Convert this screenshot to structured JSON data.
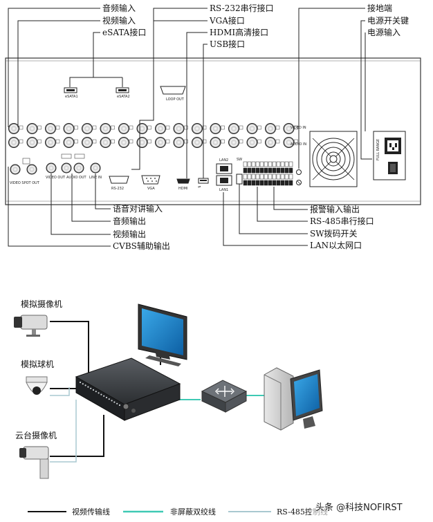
{
  "rear_panel": {
    "top_callouts": {
      "audio_in": "音频输入",
      "video_in": "视频输入",
      "esata_port": "eSATA接口",
      "rs232_port": "RS-232串行接口",
      "vga_port": "VGA接口",
      "hdmi_port": "HDMI高清接口",
      "usb_port": "USB接口",
      "ground": "接地端",
      "power_switch": "电源开关键",
      "power_in": "电源输入"
    },
    "bottom_callouts": {
      "intercom_in": "语音对讲输入",
      "audio_out": "音频输出",
      "video_out": "视频输出",
      "cvbs_aux_out": "CVBS辅助输出",
      "alarm_io": "报警输入输出",
      "rs485_port": "RS-485串行接口",
      "sw_dip": "SW拨码开关",
      "lan_port": "LAN以太网口"
    },
    "panel_text": {
      "esata1": "eSATA1",
      "esata2": "eSATA2",
      "loop_out": "LOOP OUT",
      "video_in_side": "VIDEO IN",
      "audio_in_side": "AUDIO IN",
      "rs232": "RS-232",
      "vga": "VGA",
      "hdmi": "HDMI",
      "lan1": "LAN1",
      "lan2": "LAN2",
      "video_spot_out": "VIDEO SPOT OUT",
      "video_out": "VIDEO OUT",
      "audio_out": "AUDIO OUT",
      "line_in": "LINE IN",
      "full_range": "FULL RANGE",
      "sw": "SW"
    }
  },
  "network": {
    "devices": {
      "analog_camera": "模拟摄像机",
      "analog_dome": "模拟球机",
      "ptz_camera": "云台摄像机"
    },
    "legend": {
      "video_cable": "视频传输线",
      "utp_cable": "非屏蔽双绞线",
      "rs485_cable": "RS-485控制线"
    },
    "colors": {
      "video_cable": "#111111",
      "utp_cable": "#3ec9b4",
      "rs485_cable": "#a8c8d0",
      "monitor_screen": "#1f86c9"
    }
  },
  "watermark": "头条 @科技NOFIRST"
}
